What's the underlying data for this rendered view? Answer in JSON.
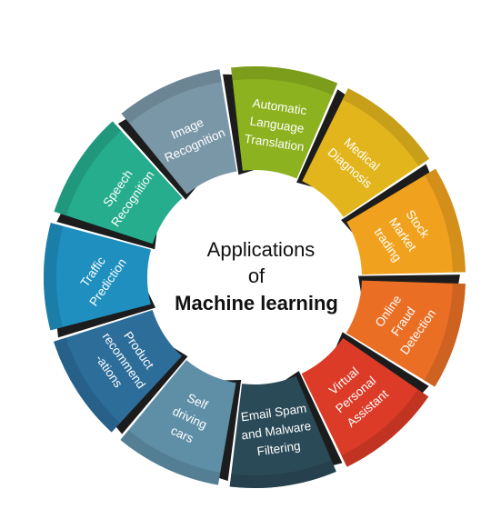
{
  "center": {
    "line1": "Applications",
    "line2": "of",
    "line3": "Machine learning"
  },
  "segments": [
    {
      "lines": [
        "Automatic",
        "Language",
        "Translation"
      ],
      "color": "#8cb21f"
    },
    {
      "lines": [
        "Medical",
        "Diagnosis"
      ],
      "color": "#e2b51c"
    },
    {
      "lines": [
        "Stock",
        "Market",
        "trading"
      ],
      "color": "#f0a21e"
    },
    {
      "lines": [
        "Online",
        "Fraud",
        "Detection"
      ],
      "color": "#ea6f25"
    },
    {
      "lines": [
        "Virtual",
        "Personal",
        "Assistant"
      ],
      "color": "#dc3b27"
    },
    {
      "lines": [
        "Email Spam",
        "and Malware",
        "Filtering"
      ],
      "color": "#2b4a57"
    },
    {
      "lines": [
        "Self",
        "driving",
        "cars"
      ],
      "color": "#5f8fa7"
    },
    {
      "lines": [
        "Product",
        "recommend",
        "-ations"
      ],
      "color": "#2c6d9a"
    },
    {
      "lines": [
        "Traffic",
        "Prediction"
      ],
      "color": "#1f8fbf"
    },
    {
      "lines": [
        "Speech",
        "Recognition"
      ],
      "color": "#26ad8d"
    },
    {
      "lines": [
        "Image",
        "Recognition"
      ],
      "color": "#7a97a8"
    }
  ]
}
